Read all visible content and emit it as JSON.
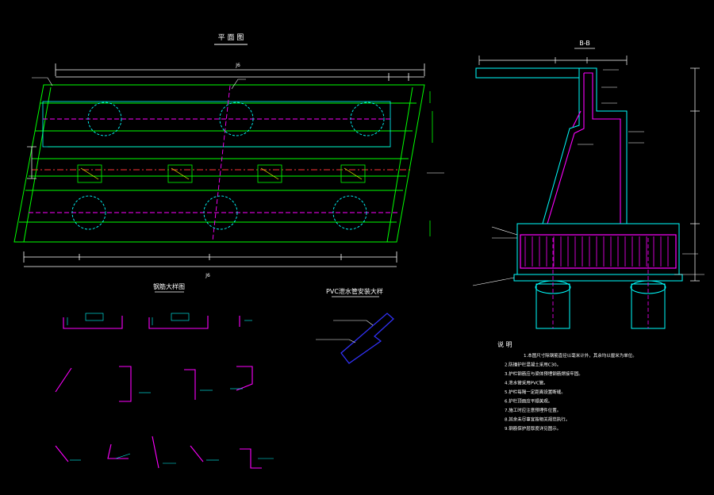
{
  "colors": {
    "background": "#000000",
    "outline": "#00ff00",
    "concrete": "#00ffff",
    "rebar": "#ff00ff",
    "dim": "#ffffff",
    "pvc": "#3333ff",
    "pile": "#00ffff",
    "annotation": "#ffff00"
  },
  "plan_view": {
    "title": "平 面 图",
    "top_span": "J6",
    "bottom_span": "J6"
  },
  "section_view": {
    "title": "B-B"
  },
  "rebar_detail": {
    "title": "钢筋大样图"
  },
  "pvc_detail": {
    "title": "PVC泄水管安装大样"
  },
  "notes": {
    "title": "说 明",
    "items": [
      "1.本图尺寸除钢筋直径以毫米计外，其余均以厘米为单位。",
      "2.防撞护栏混凝土采用C30。",
      "3.护栏钢筋应与梁体预埋钢筋焊接牢固。",
      "4.泄水管采用PVC管。",
      "5.护栏每隔一定距离设置断缝。",
      "6.护栏顶面应平顺美观。",
      "7.施工时应注意预埋件位置。",
      "8.其余未尽事宜按相关规范执行。",
      "9.钢筋保护层厚度详见图示。"
    ]
  }
}
